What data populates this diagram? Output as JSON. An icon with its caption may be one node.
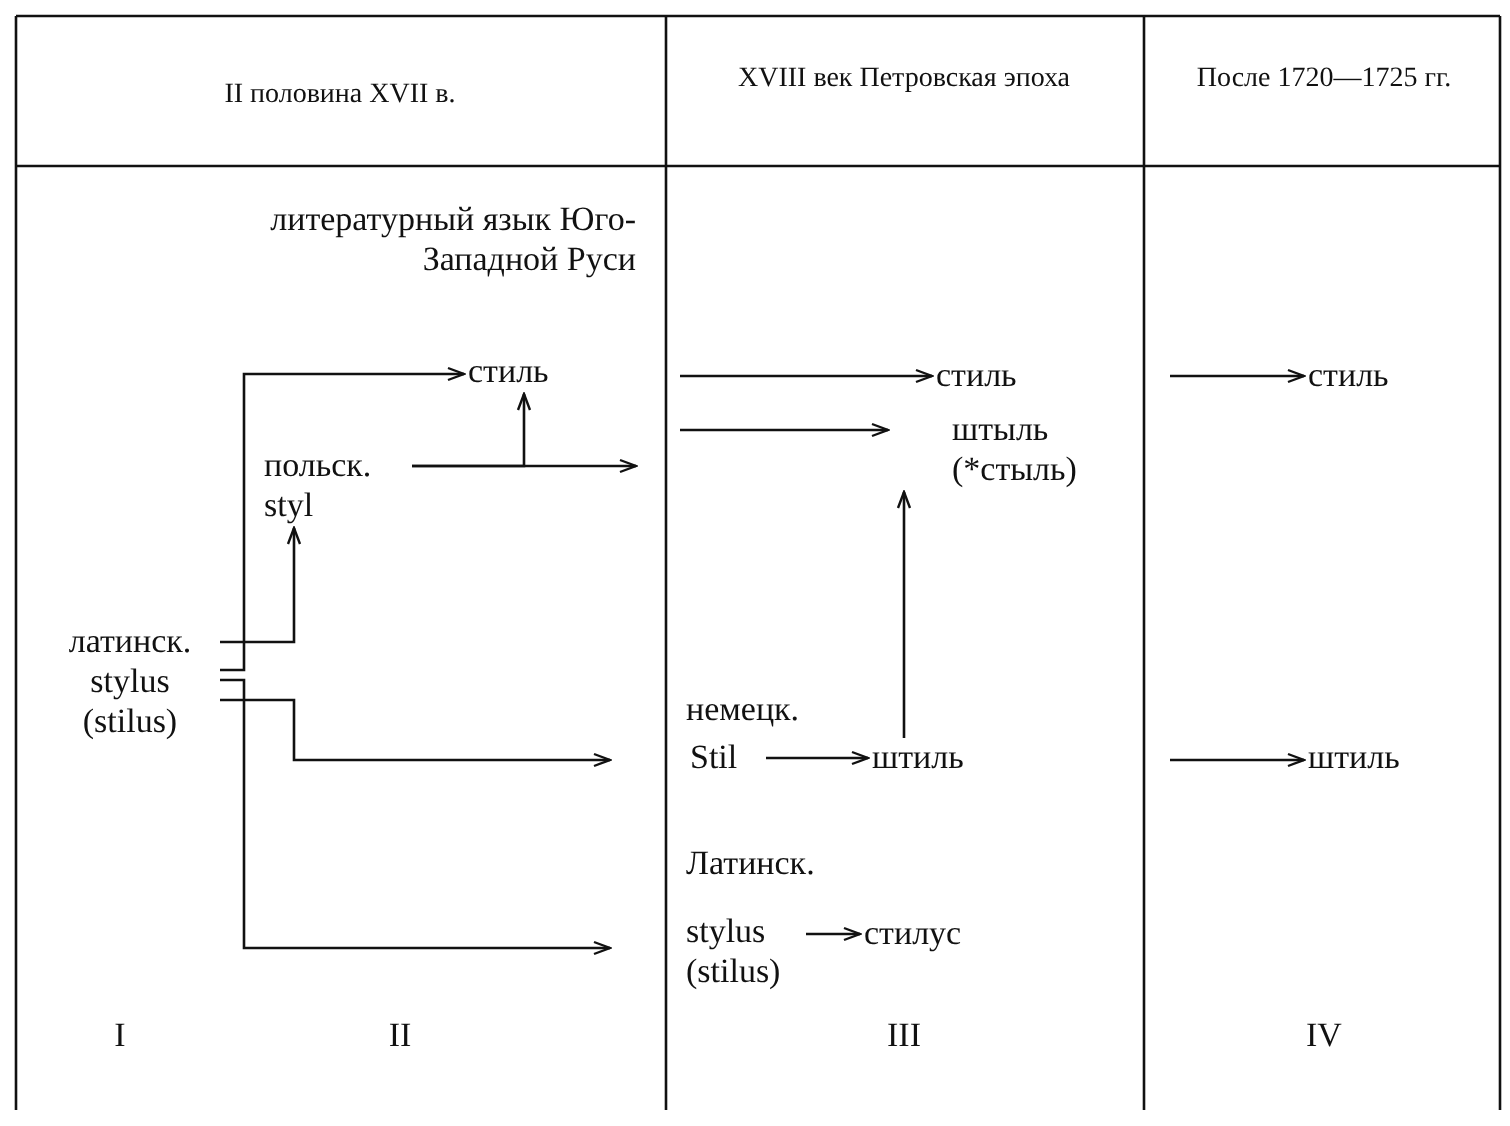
{
  "diagram": {
    "nodes": [
      {
        "text": [
          "литературный язык Юго-Западной Руси"
        ]
      },
      {
        "text": [
          "стиль"
        ]
      },
      {
        "text": [
          "польск. styl"
        ]
      },
      {
        "text": [
          "латинск. stylus (stilus)"
        ]
      },
      {
        "text": [
          "стиль"
        ]
      },
      {
        "text": [
          "штыль",
          "(*стыль)"
        ]
      },
      {
        "text": [
          "Stil"
        ],
        "beside": [
          "немецк."
        ]
      },
      {
        "text": [
          "штиль"
        ]
      },
      {
        "text": [
          "stylus (stilus)"
        ],
        "beside": [
          "Латинск."
        ]
      },
      {
        "text": [
          "стилус"
        ]
      },
      {
        "text": [
          "стиль"
        ]
      },
      {
        "text": [
          "штиль"
        ]
      }
    ],
    "edges": [
      {
        "from": 3,
        "to": 1,
        "arrow": "to"
      },
      {
        "from": 3,
        "to": 2,
        "arrow": "to"
      },
      {
        "from": 3,
        "to": null,
        "arrow": "to"
      },
      {
        "from": 3,
        "to": null,
        "arrow": "to"
      },
      {
        "from": 2,
        "to": 1,
        "arrow": "to"
      },
      {
        "from": 2,
        "to": null,
        "arrow": "to"
      },
      {
        "from": null,
        "to": 4,
        "arrow": "to"
      },
      {
        "from": null,
        "to": 5,
        "arrow": "to"
      },
      {
        "from": 6,
        "to": 7,
        "arrow": "to"
      },
      {
        "from": 7,
        "to": 5,
        "arrow": "to"
      },
      {
        "from": 8,
        "to": 9,
        "arrow": "to"
      },
      {
        "from": null,
        "to": 10,
        "arrow": "to"
      },
      {
        "from": null,
        "to": 11,
        "arrow": "to"
      }
    ],
    "labels": [
      "II половина XVII в.",
      "XVIII век Петровская эпоха",
      "После 1720—1725 гг.",
      "I",
      "II",
      "III",
      "IV"
    ]
  }
}
